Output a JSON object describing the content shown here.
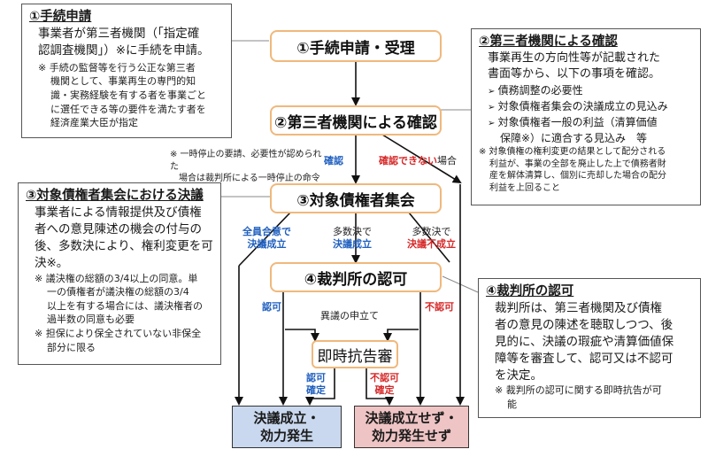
{
  "flow": {
    "step1": "①手続申請・受理",
    "step2": "②第三者機関による確認",
    "step3": "③対象債権者集会",
    "step4": "④裁判所の認可",
    "appeal": "即時抗告審",
    "result_ok": [
      "決議成立・",
      "効力発生"
    ],
    "result_ng": [
      "決議成立せず・",
      "効力発生せず"
    ]
  },
  "labels": {
    "suspension_note": [
      "※ 一時停止の要請、必要性が認められた",
      "場合は裁判所による一時停止の命令"
    ],
    "confirm": "確認",
    "not_confirm_red": "確認できない",
    "not_confirm_suffix": "場合",
    "unanimous_1": "全員合意で",
    "unanimous_2": "決議成立",
    "majority_ok_1": "多数決で",
    "majority_ok_2": "決議成立",
    "majority_ng_1": "多数決で",
    "majority_ng_2": "決議不成立",
    "approve": "認可",
    "objection": "異議の申立て",
    "disapprove": "不認可",
    "approve_final_1": "認可",
    "approve_final_2": "確定",
    "disapprove_final_1": "不認可",
    "disapprove_final_2": "確定"
  },
  "notes": {
    "n1": {
      "title": "①手続申請",
      "body": [
        "事業者が第三者機関（「指定確",
        "認調査機関」）※に手続を申請。"
      ],
      "sub": [
        "※ 手続の監督等を行う公正な第三者",
        "機関として、事業再生の専門的知",
        "識・実務経験を有する者を事業ごと",
        "に選任できる等の要件を満たす者を",
        "経済産業大臣が指定"
      ]
    },
    "n2": {
      "title": "②第三者機関による確認",
      "body": [
        "事業再生の方向性等が記載された",
        "書面等から、以下の事項を確認。"
      ],
      "items": [
        "債務調整の必要性",
        "対象債権者集会の決議成立の見込み",
        "対象債権者一般の利益（清算価値",
        "保障※）に適合する見込み　等"
      ],
      "sub": [
        "※ 対象債権の権利変更の結果として配分される",
        "利益が、事業の全部を廃止した上で債務者財",
        "産を解体清算し、個別に売却した場合の配分",
        "利益を上回ること"
      ]
    },
    "n3": {
      "title": "③対象債権者集会における決議",
      "body": [
        "事業者による情報提供及び債権",
        "者への意見陳述の機会の付与の",
        "後、多数決により、権利変更を可",
        "決※。"
      ],
      "sub": [
        "※ 議決権の総額の3/4以上の同意。単",
        "一の債権者が議決権の総額の3/4",
        "以上を有する場合には、議決権者の",
        "過半数の同意も必要",
        "※ 担保により保全されていない非保全",
        "部分に限る"
      ]
    },
    "n4": {
      "title": "④裁判所の認可",
      "body": [
        "裁判所は、第三者機関及び債権",
        "者の意見の陳述を聴取しつつ、後",
        "見的に、決議の瑕疵や清算価値保",
        "障等を審査して、認可又は不認可",
        "を決定。"
      ],
      "sub": [
        "※ 裁判所の認可に関する即時抗告が可",
        "能"
      ]
    }
  },
  "colors": {
    "box_border": "#f0b87c",
    "result_ok_fill": "#c9d8ee",
    "result_ng_fill": "#efc4c4",
    "label_blue": "#1f5fbf",
    "label_red": "#d62828"
  }
}
